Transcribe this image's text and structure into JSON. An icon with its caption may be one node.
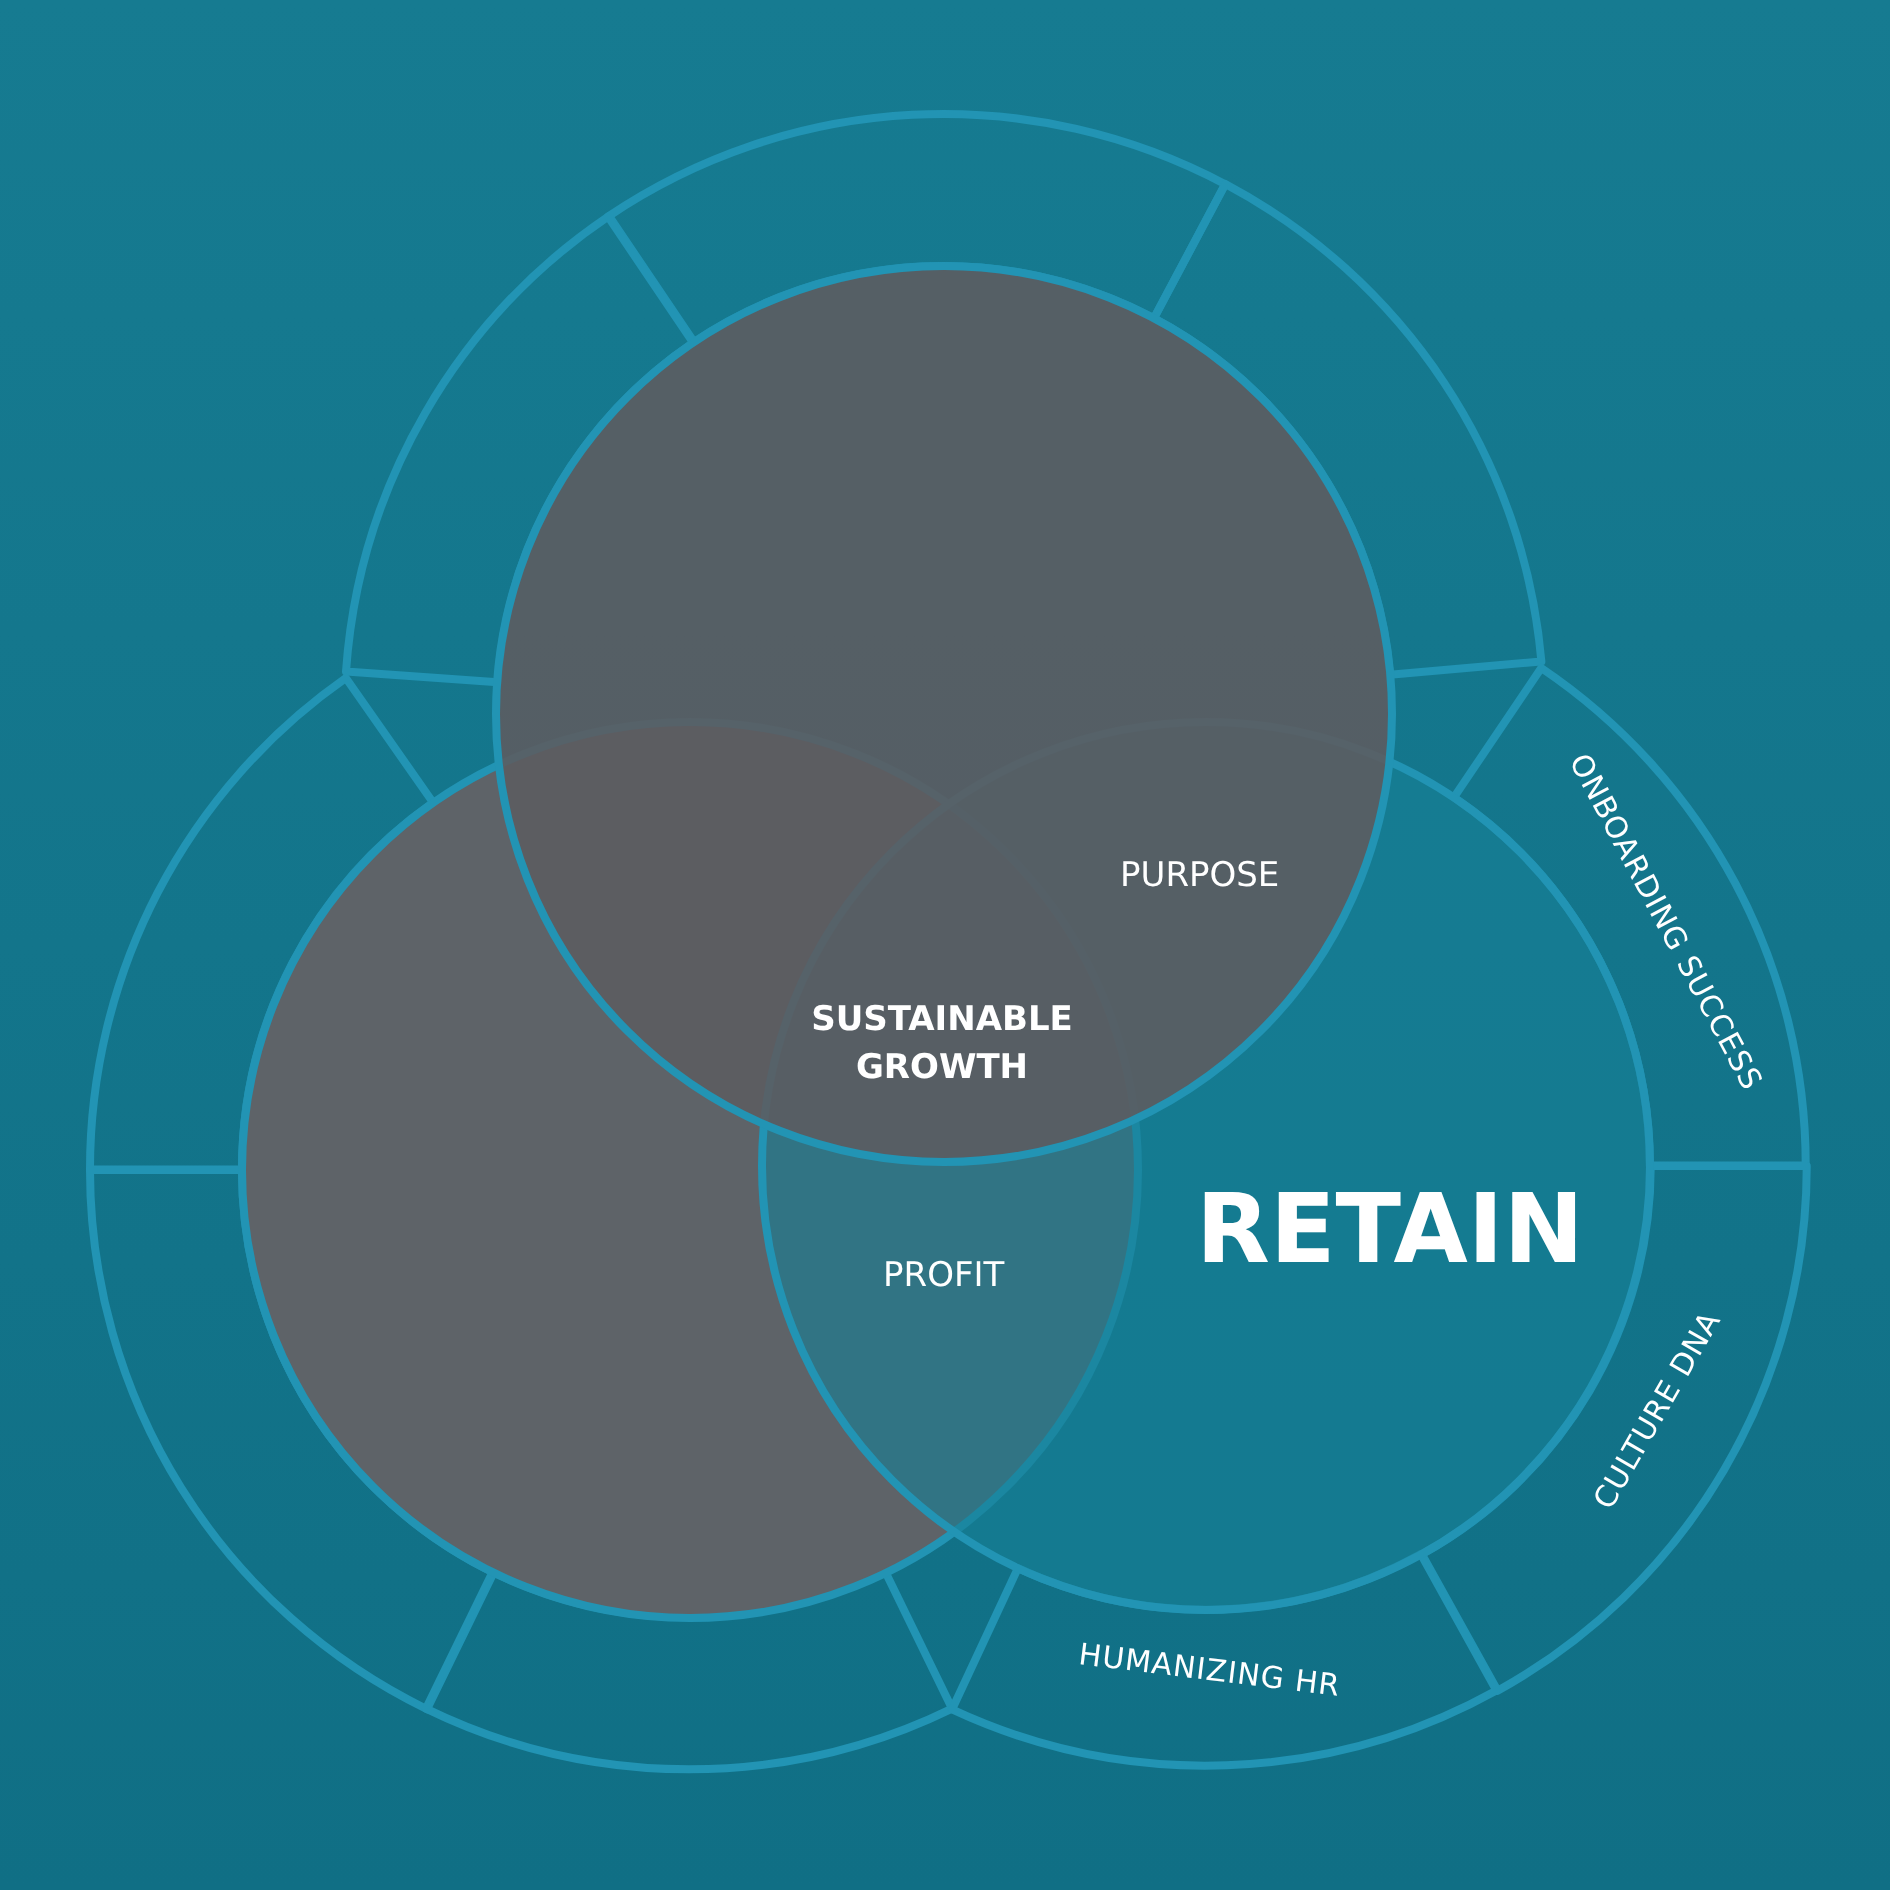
{
  "diagram": {
    "nodes": [
      {
        "text": [],
        "shape": "circle"
      },
      {
        "text": [],
        "shape": "circle"
      },
      {
        "text": [
          "RETAIN"
        ]
      },
      {
        "text": [],
        "shape": "band"
      },
      {
        "text": [],
        "shape": "band"
      },
      {
        "text": [],
        "shape": "band"
      },
      {
        "text": [],
        "shape": "band"
      },
      {
        "text": [],
        "shape": "band"
      },
      {
        "text": [],
        "shape": "band"
      },
      {
        "text": [
          "ONBOARDING SUCCESS"
        ]
      },
      {
        "text": [
          "CULTURE DNA"
        ]
      },
      {
        "text": [
          "HUMANIZING HR"
        ]
      }
    ],
    "labels": [
      "PURPOSE",
      "SUSTAINABLE GROWTH",
      "PROFIT"
    ]
  }
}
